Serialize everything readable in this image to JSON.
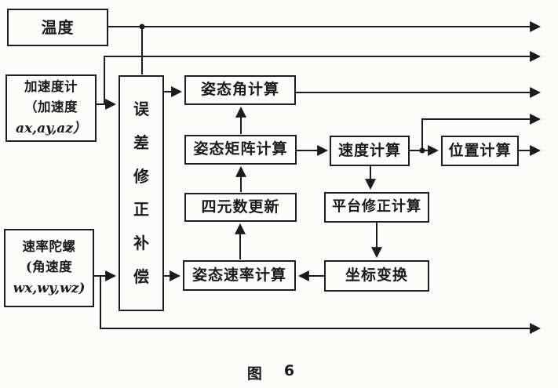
{
  "figure_caption": {
    "prefix": "图",
    "number": "6"
  },
  "colors": {
    "ink": "#1b1b1b",
    "background": "#fcfcfb"
  },
  "nodes": {
    "temperature": {
      "label": "温度"
    },
    "accelerometer": {
      "line1": "加速度计",
      "line2": "（加速度",
      "line3": "ax,ay,az）"
    },
    "rate_gyro": {
      "line1": "速率陀螺",
      "line2": "(角速度",
      "line3": "wx,wy,wz)"
    },
    "error_compensation": {
      "chars": [
        "误",
        "差",
        "修",
        "正",
        "补",
        "偿"
      ]
    },
    "attitude_angle": {
      "label": "姿态角计算"
    },
    "attitude_matrix": {
      "label": "姿态矩阵计算"
    },
    "quaternion_update": {
      "label": "四元数更新"
    },
    "attitude_rate": {
      "label": "姿态速率计算"
    },
    "velocity": {
      "label": "速度计算"
    },
    "position": {
      "label": "位置计算"
    },
    "platform_correction": {
      "label": "平台修正计算"
    },
    "coordinate_transform": {
      "label": "坐标变换"
    }
  }
}
